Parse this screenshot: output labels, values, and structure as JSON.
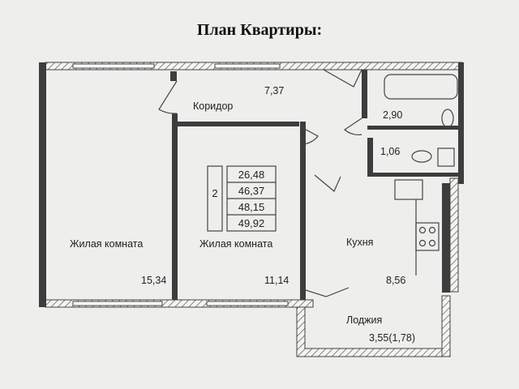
{
  "title": "План Квартиры:",
  "rooms": {
    "living_left": {
      "name": "Жилая комната",
      "area": "15,34"
    },
    "living_center": {
      "name": "Жилая комната",
      "area": "11,14"
    },
    "corridor": {
      "name": "Коридор",
      "area": "7,37"
    },
    "kitchen": {
      "name": "Кухня",
      "area": "8,56"
    },
    "bathroom": {
      "area": "2,90"
    },
    "toilet": {
      "area": "1,06"
    },
    "loggia": {
      "name": "Лоджия",
      "area": "3,55(1,78)"
    }
  },
  "summary": {
    "rooms_count": "2",
    "values": [
      "26,48",
      "46,37",
      "48,15",
      "49,92"
    ]
  }
}
